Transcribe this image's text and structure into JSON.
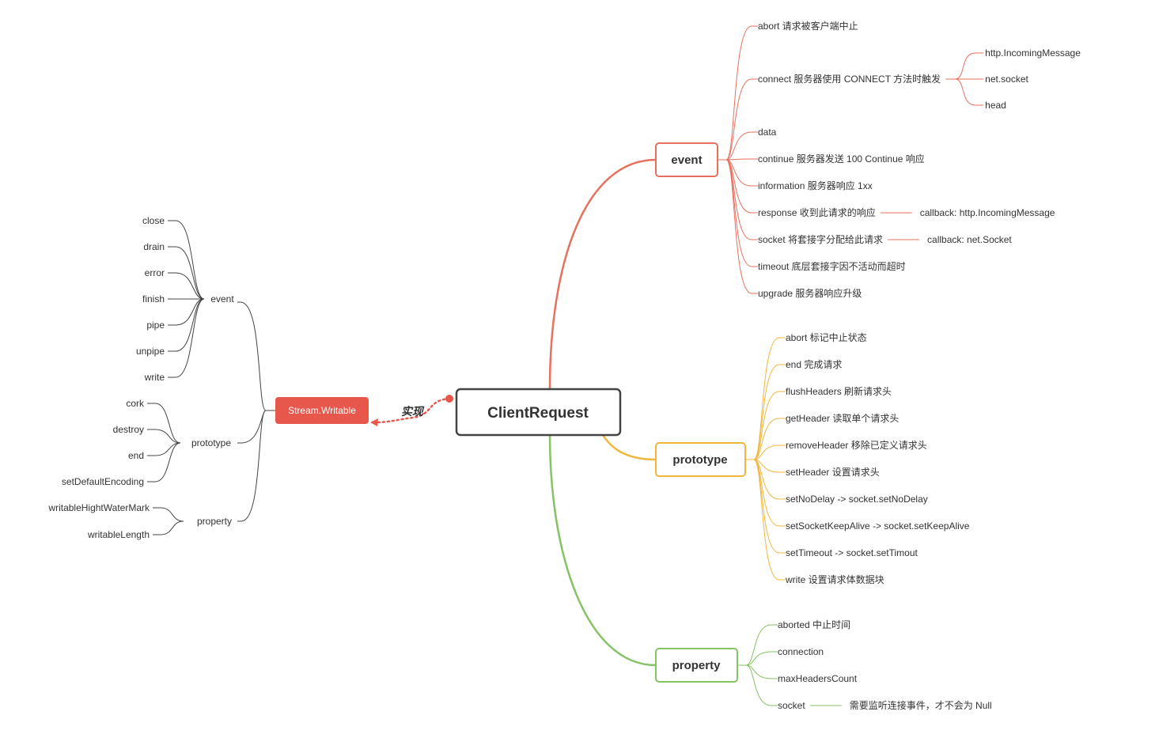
{
  "colors": {
    "event": "#e8705f",
    "prototype": "#f0b73e",
    "property": "#86c266",
    "stream": "#e8574c",
    "root_border": "#444444",
    "line": "#444444"
  },
  "root": {
    "label": "ClientRequest"
  },
  "relation": {
    "label": "实现"
  },
  "stream": {
    "label": "Stream.Writable",
    "event": {
      "label": "event",
      "items": [
        "close",
        "drain",
        "error",
        "finish",
        "pipe",
        "unpipe",
        "write"
      ]
    },
    "prototype": {
      "label": "prototype",
      "items": [
        "cork",
        "destroy",
        "end",
        "setDefaultEncoding"
      ]
    },
    "property": {
      "label": "property",
      "items": [
        "writableHightWaterMark",
        "writableLength"
      ]
    }
  },
  "event": {
    "label": "event",
    "items": [
      {
        "label": "abort  请求被客户端中止"
      },
      {
        "label": "connect 服务器使用 CONNECT 方法时触发",
        "children": [
          "http.IncomingMessage",
          "net.socket",
          "head"
        ]
      },
      {
        "label": "data"
      },
      {
        "label": "continue 服务器发送 100 Continue 响应"
      },
      {
        "label": "information 服务器响应 1xx"
      },
      {
        "label": "response 收到此请求的响应",
        "children": [
          "callback: http.IncomingMessage"
        ]
      },
      {
        "label": "socket 将套接字分配给此请求",
        "children": [
          "callback: net.Socket"
        ]
      },
      {
        "label": "timeout 底层套接字因不活动而超时"
      },
      {
        "label": "upgrade 服务器响应升级"
      }
    ]
  },
  "prototype": {
    "label": "prototype",
    "items": [
      {
        "label": "abort 标记中止状态"
      },
      {
        "label": "end 完成请求"
      },
      {
        "label": "flushHeaders 刷新请求头"
      },
      {
        "label": "getHeader 读取单个请求头"
      },
      {
        "label": "removeHeader 移除已定义请求头"
      },
      {
        "label": "setHeader 设置请求头"
      },
      {
        "label": "setNoDelay -> socket.setNoDelay"
      },
      {
        "label": "setSocketKeepAlive -> socket.setKeepAlive"
      },
      {
        "label": "setTimeout -> socket.setTimout"
      },
      {
        "label": "write 设置请求体数据块"
      }
    ]
  },
  "property": {
    "label": "property",
    "items": [
      {
        "label": "aborted 中止时间"
      },
      {
        "label": "connection"
      },
      {
        "label": "maxHeadersCount"
      },
      {
        "label": "socket",
        "children": [
          "需要监听连接事件，才不会为 Null"
        ]
      }
    ]
  }
}
